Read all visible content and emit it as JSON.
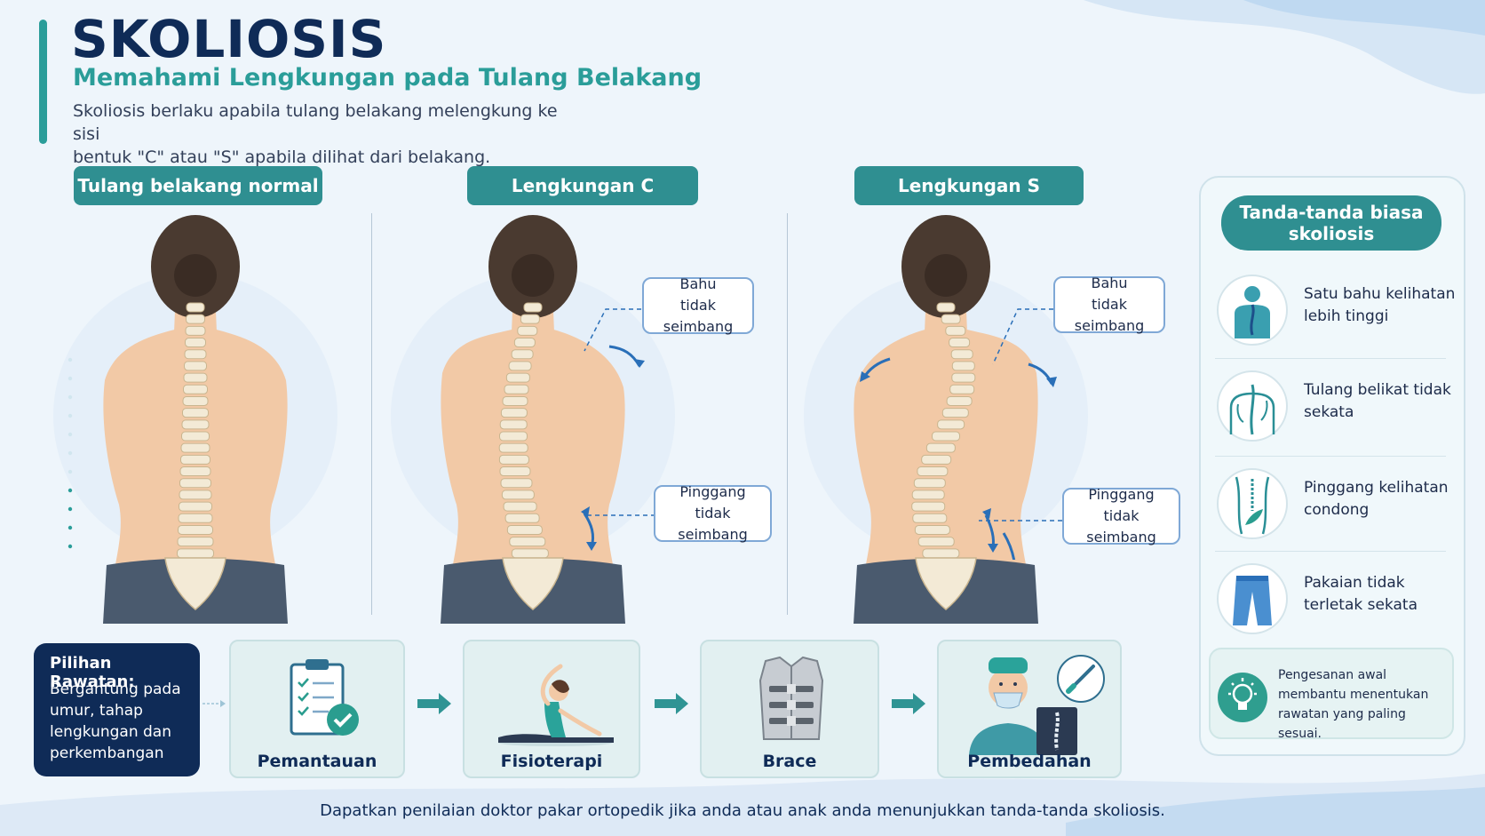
{
  "header": {
    "title": "SKOLIOSIS",
    "subtitle": "Memahami Lengkungan pada Tulang Belakang",
    "intro_line1": "Skoliosis berlaku apabila tulang belakang melengkung ke sisi",
    "intro_line2": "bentuk \"C\" atau \"S\" apabila dilihat dari belakang."
  },
  "panels": [
    {
      "label": "Tulang belakang normal",
      "curve": "normal"
    },
    {
      "label": "Lengkungan C",
      "curve": "c",
      "callout_shoulder": "Bahu tidak seimbang",
      "callout_waist": "Pinggang tidak seimbang"
    },
    {
      "label": "Lengkungan S",
      "curve": "s",
      "callout_shoulder": "Bahu tidak seimbang",
      "callout_waist": "Pinggang tidak seimbang"
    }
  ],
  "signs": {
    "title": "Tanda-tanda biasa skoliosis",
    "items": [
      {
        "text": "Satu bahu kelihatan lebih tinggi",
        "icon": "torso-spine-icon"
      },
      {
        "text": "Tulang belikat tidak sekata",
        "icon": "shoulder-blade-icon"
      },
      {
        "text": "Pinggang kelihatan condong",
        "icon": "waist-icon"
      },
      {
        "text": "Pakaian tidak terletak sekata",
        "icon": "trousers-icon"
      }
    ],
    "tip": "Pengesanan awal membantu menentukan rawatan yang paling sesuai.",
    "tip_icon": "lightbulb-icon"
  },
  "treatment": {
    "title": "Pilihan Rawatan:",
    "description": "Bergantung pada umur, tahap lengkungan dan perkembangan",
    "options": [
      {
        "label": "Pemantauan",
        "icon": "clipboard-check-icon"
      },
      {
        "label": "Fisioterapi",
        "icon": "stretching-person-icon"
      },
      {
        "label": "Brace",
        "icon": "brace-vest-icon"
      },
      {
        "label": "Pembedahan",
        "icon": "surgeon-xray-icon"
      }
    ]
  },
  "footer": "Dapatkan penilaian doktor pakar ortopedik jika anda atau anak anda menunjukkan tanda-tanda skoliosis.",
  "colors": {
    "navy": "#0f2b57",
    "teal": "#2f8f91",
    "accent_teal": "#2a9d99",
    "skin": "#f2c9a6",
    "hair": "#4a3a30",
    "pants": "#4a5a6e",
    "callout_border": "#7fa8d6",
    "arrow_blue": "#2a6fb8"
  }
}
